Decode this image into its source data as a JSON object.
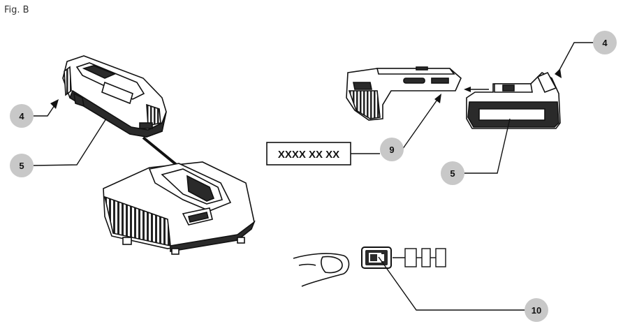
{
  "figure": {
    "caption": "Fig. B",
    "serial_label": "XXXX XX XX",
    "callouts": {
      "battery_top_left": "4",
      "battery_side_left": "5",
      "battery_top_right": "4",
      "battery_side_right": "5",
      "tool_label": "9",
      "indicator": "10"
    },
    "colors": {
      "line": "#111111",
      "callout_fill": "#c8c8c8",
      "device_fill": "#2a2a2a"
    }
  }
}
